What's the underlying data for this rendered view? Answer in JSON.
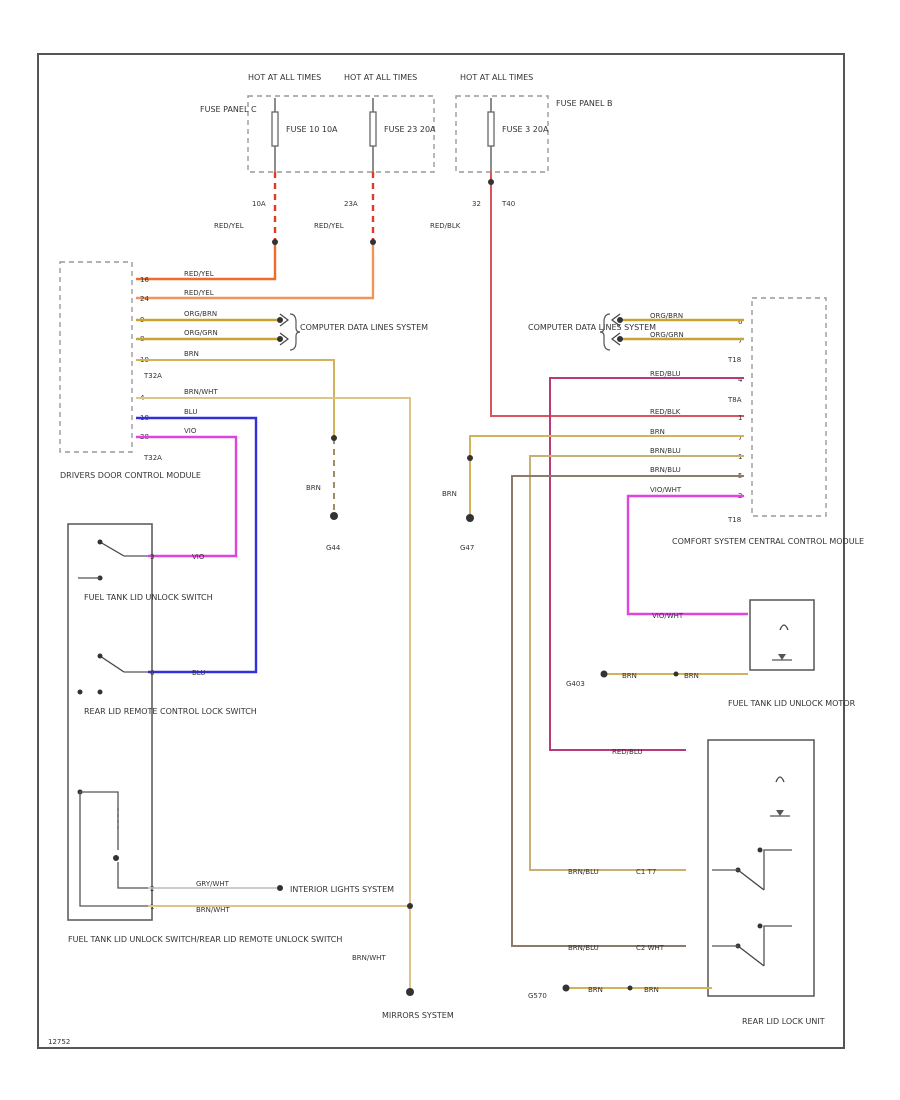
{
  "fuse_area": {
    "fuse_a": {
      "hot_label": "HOT AT ALL TIMES",
      "fuse_text": "FUSE 10 10A",
      "pin": "10A",
      "wire": "RED/YEL"
    },
    "fuse_b": {
      "hot_label": "HOT AT ALL TIMES",
      "fuse_text": "FUSE 23 20A",
      "pin": "23A",
      "wire": "RED/YEL"
    },
    "fuse_c": {
      "hot_label": "HOT AT ALL TIMES",
      "fuse_text": "FUSE 3 20A",
      "pin": "32",
      "connector": "T40",
      "wire": "RED/BLK"
    },
    "panel_left": "FUSE PANEL C",
    "panel_right": "FUSE PANEL B"
  },
  "driver_module": {
    "title": "DRIVERS DOOR CONTROL MODULE",
    "connector": "T32A",
    "connector2": "T32A",
    "pins": [
      {
        "pin": "16",
        "wire": "RED/YEL"
      },
      {
        "pin": "24",
        "wire": "RED/YEL"
      },
      {
        "pin": "9",
        "wire": "ORG/BRN"
      },
      {
        "pin": "8",
        "wire": "ORG/GRN"
      },
      {
        "pin": "19",
        "wire": "BRN"
      },
      {
        "pin": "4",
        "wire": "BRN/WHT"
      },
      {
        "pin": "18",
        "wire": "BLU"
      },
      {
        "pin": "28",
        "wire": "VIO"
      }
    ],
    "data_lines_label": "COMPUTER DATA LINES SYSTEM"
  },
  "comfort_module": {
    "title": "COMFORT SYSTEM CENTRAL CONTROL MODULE",
    "connector_top": "T18",
    "connector_mid": "T8A",
    "connector_bottom": "T18",
    "data_lines_label": "COMPUTER DATA LINES SYSTEM",
    "pins": [
      {
        "pin": "6",
        "wire": "ORG/BRN"
      },
      {
        "pin": "7",
        "wire": "ORG/GRN"
      },
      {
        "pin": "4",
        "wire": "RED/BLU"
      },
      {
        "pin": "1",
        "wire": "RED/BLK"
      },
      {
        "pin": "7",
        "wire": "BRN"
      },
      {
        "pin": "1",
        "wire": "BRN/BLU"
      },
      {
        "pin": "5",
        "wire": "BRN/BLU"
      },
      {
        "pin": "2",
        "wire": "VIO/WHT"
      }
    ]
  },
  "grounds": {
    "left": {
      "wire": "BRN",
      "label": "G44"
    },
    "center": {
      "wire": "BRN",
      "label": "G47"
    },
    "motor": {
      "label": "G403",
      "wire": "BRN"
    },
    "lock": {
      "label": "G570",
      "wire": "BRN"
    }
  },
  "switch_unit": {
    "title": "FUEL TANK LID UNLOCK SWITCH/REAR LID REMOTE UNLOCK SWITCH",
    "fuel_switch_label": "FUEL TANK LID UNLOCK SWITCH",
    "rear_switch_label": "REAR LID REMOTE CONTROL LOCK SWITCH",
    "pin_vio": "3",
    "wire_vio": "VIO",
    "pin_blu": "6",
    "wire_blu": "BLU",
    "pin_gry": "2",
    "wire_gry": "GRY/WHT",
    "pin_brn": "1",
    "wire_brn": "BRN/WHT",
    "interior_label": "INTERIOR LIGHTS SYSTEM",
    "mirrors_wire": "BRN/WHT",
    "mirrors_label": "MIRRORS SYSTEM"
  },
  "fuel_motor": {
    "title": "FUEL TANK LID UNLOCK MOTOR",
    "wire_vio": "VIO/WHT",
    "wire_brn": "BRN"
  },
  "rear_lock": {
    "title": "REAR LID LOCK UNIT",
    "wire_red": "RED/BLU",
    "wire_brn1": "BRN/BLU",
    "wire_brn2": "BRN/BLU",
    "conn1": "C1 T7",
    "conn2": "C2 WHT",
    "wire_gnd": "BRN"
  },
  "footer_code": "12752"
}
